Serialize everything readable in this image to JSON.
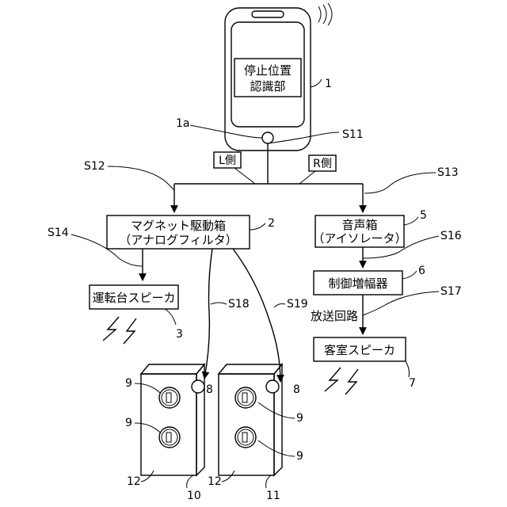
{
  "phone": {
    "screen_line1": "停止位置",
    "screen_line2": "認識部",
    "ref": "1",
    "home_ref": "1a"
  },
  "signals": {
    "s11": "S11",
    "s12": "S12",
    "s13": "S13",
    "s14": "S14",
    "s16": "S16",
    "s17": "S17",
    "s18": "S18",
    "s19": "S19"
  },
  "channels": {
    "left": "L側",
    "right": "R側"
  },
  "magnet_box": {
    "line1": "マグネット駆動箱",
    "line2": "（アナログフィルタ）",
    "ref": "2"
  },
  "sound_box": {
    "line1": "音声箱",
    "line2": "（アイソレータ）",
    "ref": "5"
  },
  "amplifier": {
    "label": "制御増幅器",
    "ref": "6"
  },
  "driver_speaker": {
    "label": "運転台スピーカ",
    "ref": "3"
  },
  "broadcast": {
    "label": "放送回路"
  },
  "cabin_speaker": {
    "label": "客室スピーカ",
    "ref": "7"
  },
  "doors": {
    "left": {
      "ref": "10",
      "panel_ref": "12",
      "sensor_ref": "8",
      "button_ref_a": "9",
      "button_ref_b": "9"
    },
    "right": {
      "ref": "11",
      "panel_ref": "12",
      "sensor_ref": "8",
      "button_ref_a": "9",
      "button_ref_b": "9"
    }
  }
}
